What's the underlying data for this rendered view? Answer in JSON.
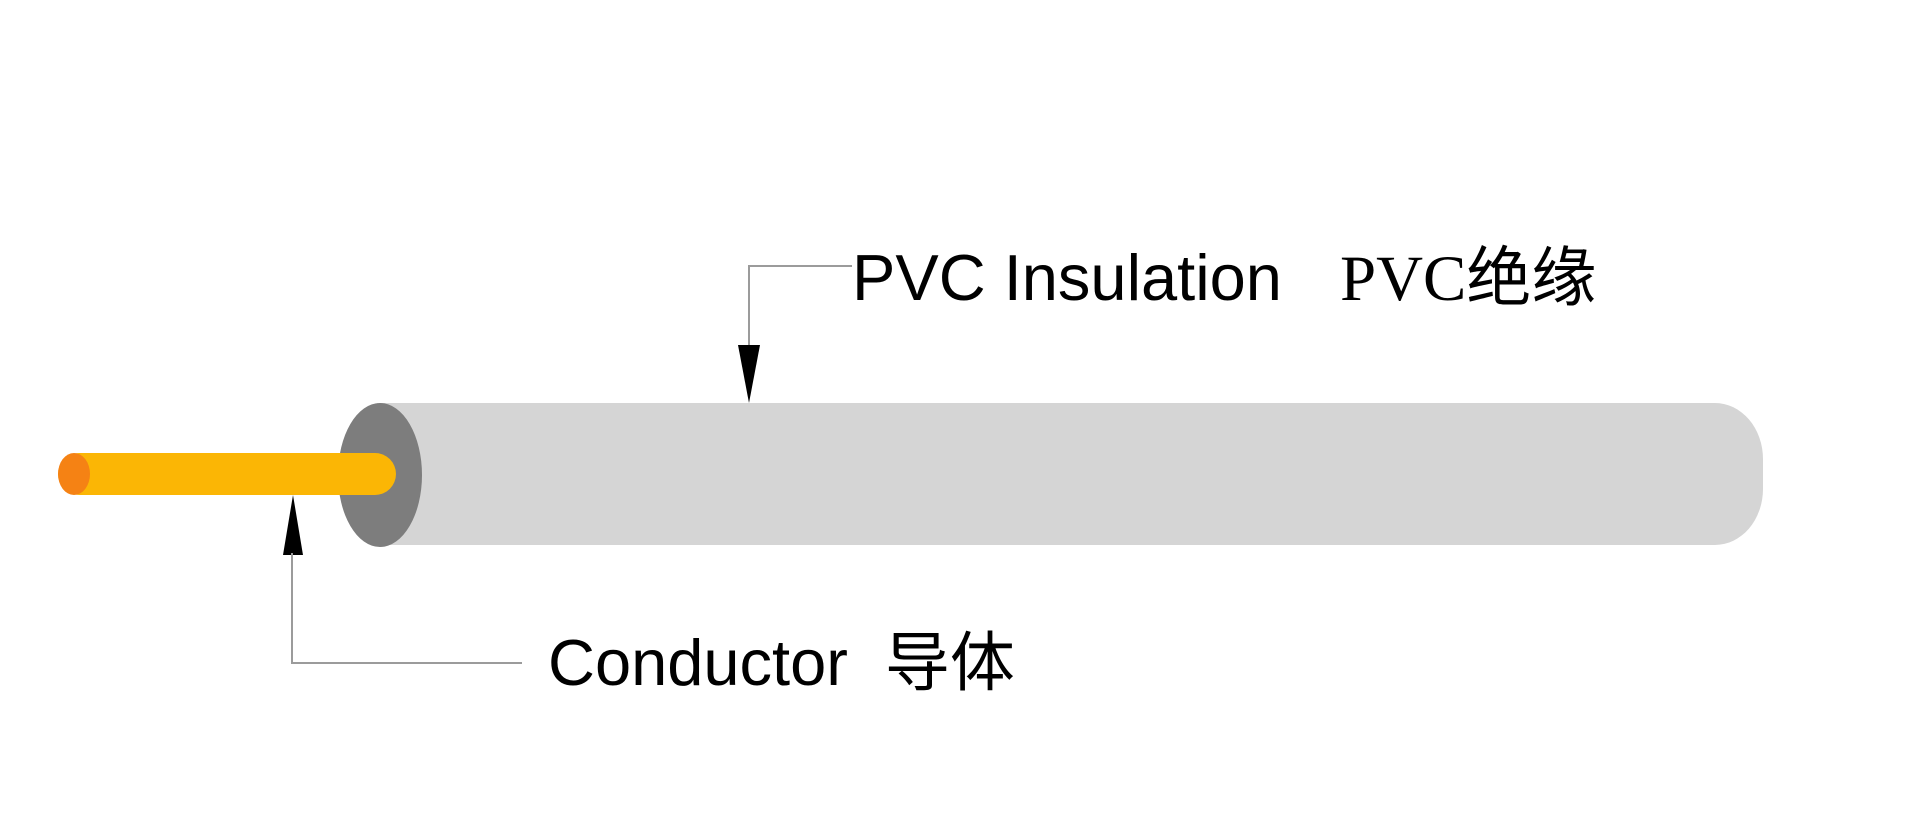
{
  "colors": {
    "background": "#ffffff",
    "insulation_body": "#d5d5d5",
    "insulation_end_face": "#7d7d7d",
    "conductor_body": "#fbb605",
    "conductor_end_face": "#f58214",
    "leader_line": "#9b9b9b",
    "arrow": "#000000",
    "text": "#000000"
  },
  "labels": {
    "insulation": {
      "en": "PVC Insulation",
      "zh": "PVC绝缘"
    },
    "conductor": {
      "en": "Conductor",
      "zh": "导体"
    }
  }
}
